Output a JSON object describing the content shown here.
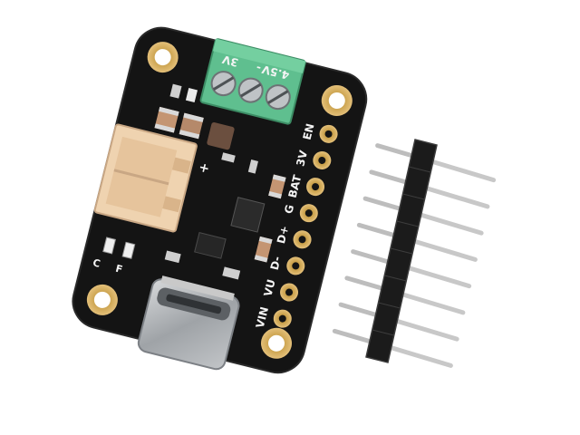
{
  "photo": {
    "subject": "USB-C charger breakout board with header pins",
    "colors": {
      "background": "#ffffff",
      "pcb": "#141414",
      "pad_gold": "#c9a04a",
      "terminal_green": "#5fbf8f",
      "jst_connector": "#efd3b0",
      "header_plastic": "#1b1b1b",
      "pin_metal": "#c8c8c8"
    }
  },
  "silkscreen": {
    "pin_labels": [
      "EN",
      "3V",
      "BAT",
      "G",
      "D+",
      "D-",
      "VU",
      "VIN"
    ],
    "terminal_labels": [
      "4.5V",
      "-",
      "3V"
    ],
    "jst_polarity": "+",
    "led_labels": [
      "C",
      "F"
    ]
  },
  "header": {
    "pin_count": 8
  }
}
